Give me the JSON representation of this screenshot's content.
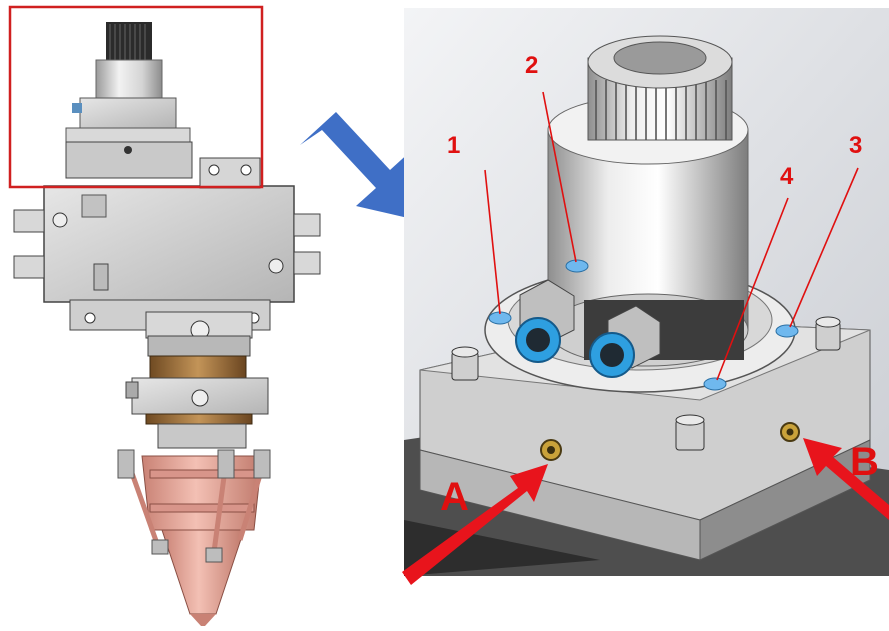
{
  "callouts": {
    "one": "1",
    "two": "2",
    "three": "3",
    "four": "4",
    "a": "A",
    "b": "B"
  },
  "colors": {
    "highlight_box": "#d02020",
    "direction_arrow": "#3f6fc6",
    "callout_red": "#e01010",
    "nozzle_copper": "#e9a79a",
    "fitting_ring": "#2e9fe0",
    "metal": "#cfcfcf"
  },
  "icons": {
    "direction": "big-blue-arrow-icon",
    "ports": "red-arrow-icon"
  }
}
